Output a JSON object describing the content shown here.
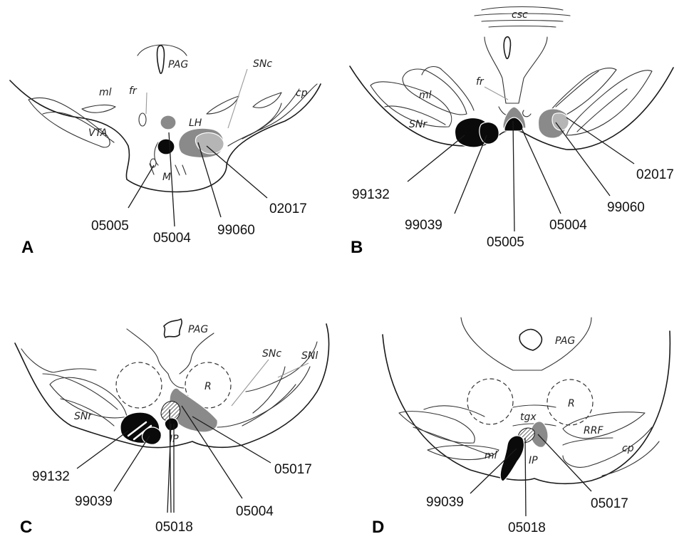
{
  "panels": {
    "A": {
      "letter": "A",
      "regions": {
        "pag": "PAG",
        "fr": "fr",
        "ml": "ml",
        "vta": "VTA",
        "lh": "LH",
        "snc": "SNc",
        "cp": "cp",
        "m": "M"
      },
      "cases": [
        "05005",
        "05004",
        "99060",
        "02017"
      ]
    },
    "B": {
      "letter": "B",
      "regions": {
        "csc": "csc",
        "fr": "fr",
        "ml": "ml",
        "snr": "SNr"
      },
      "cases": [
        "99132",
        "99039",
        "05005",
        "05004",
        "99060",
        "02017"
      ]
    },
    "C": {
      "letter": "C",
      "regions": {
        "pag": "PAG",
        "snc": "SNc",
        "snl": "SNl",
        "r": "R",
        "snr": "SNr",
        "ip": "IP"
      },
      "cases": [
        "99132",
        "99039",
        "05018",
        "05004",
        "05017"
      ]
    },
    "D": {
      "letter": "D",
      "regions": {
        "pag": "PAG",
        "r": "R",
        "tgx": "tgx",
        "rrf": "RRF",
        "cp": "cp",
        "ml": "ml",
        "ip": "IP"
      },
      "cases": [
        "99039",
        "05018",
        "05017"
      ]
    }
  },
  "colors": {
    "lesion_black": "#0a0a0a",
    "lesion_gray": "#8a8a8a",
    "lesion_light": "#b5b5b5",
    "outline": "#1a1a1a"
  }
}
